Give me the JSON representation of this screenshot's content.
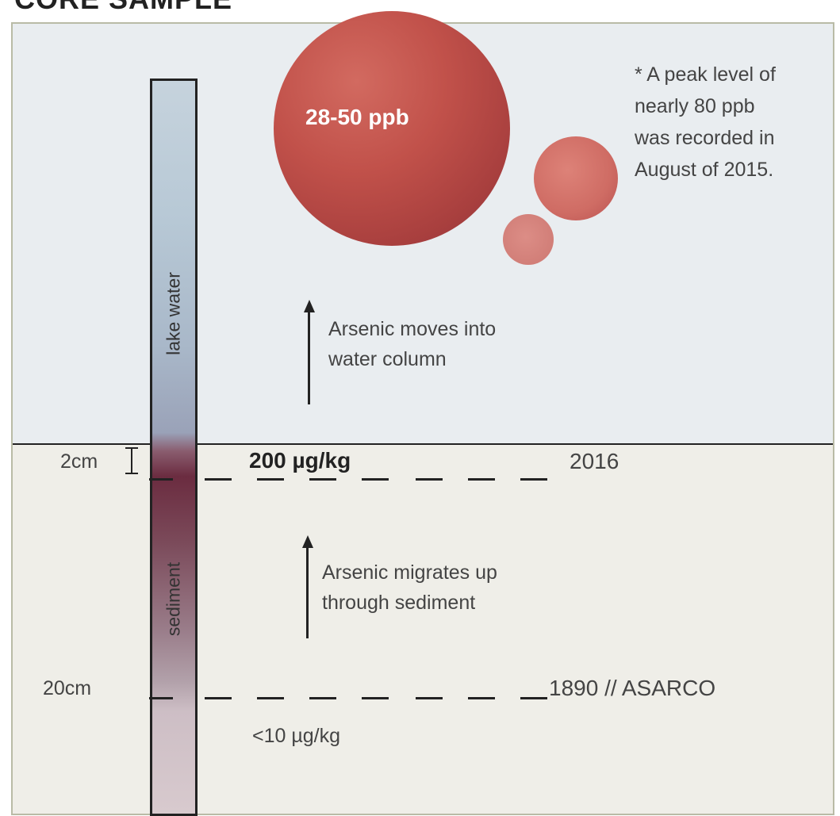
{
  "title": "CORE SAMPLE",
  "core": {
    "top_label": "lake water",
    "bottom_label": "sediment"
  },
  "depth_markers": {
    "shallow": "2cm",
    "deep": "20cm"
  },
  "bubble": {
    "large_label": "28-50 ppb",
    "note_lines": [
      "* A peak level of",
      "nearly 80 ppb",
      "was recorded in",
      "August of 2015."
    ]
  },
  "annotations": {
    "water_arrow_lines": [
      "Arsenic moves into",
      "water column"
    ],
    "sediment_arrow_lines": [
      "Arsenic migrates up",
      "through sediment"
    ]
  },
  "levels": {
    "top_value": "200 µg/kg",
    "top_year": "2016",
    "bottom_year": "1890 // ASARCO",
    "bottom_value": "<10 µg/kg"
  },
  "colors": {
    "water": "#e9edf0",
    "sediment": "#efeee8",
    "frame": "#b9bba6",
    "arsenic": "#b5483f"
  }
}
